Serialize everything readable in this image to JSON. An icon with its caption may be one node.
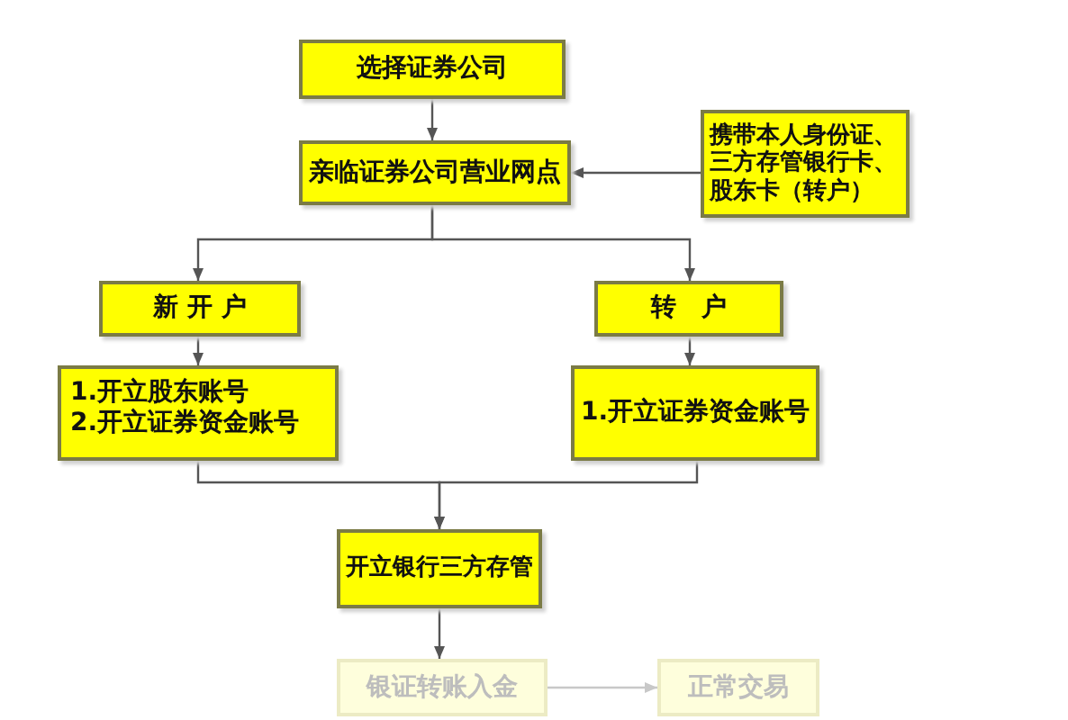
{
  "diagram": {
    "nodes": [
      {
        "text": [
          "选择证券公司"
        ]
      },
      {
        "text": [
          "亲临证券公司营业网点"
        ]
      },
      {
        "text": [
          "携带本人身份证、三方存管银行卡、股东卡（转户）"
        ]
      },
      {
        "text": [
          "新 开 户"
        ]
      },
      {
        "text": [
          "1.开立股东账号",
          "2.开立证券资金账号"
        ]
      },
      {
        "text": [
          "转 户"
        ]
      },
      {
        "text": [
          "1.开立证券资金账号"
        ]
      },
      {
        "text": [
          "开立银行三方存管"
        ]
      },
      {
        "text": [
          "银证转账入金"
        ]
      },
      {
        "text": [
          "正常交易"
        ]
      }
    ],
    "edges": [
      {
        "from": 0,
        "to": 1,
        "arrow": "to"
      },
      {
        "from": 2,
        "to": 1,
        "arrow": "to"
      },
      {
        "from": 1,
        "to": 3,
        "arrow": "to"
      },
      {
        "from": 1,
        "to": 5,
        "arrow": "to"
      },
      {
        "from": 3,
        "to": 4,
        "arrow": "to"
      },
      {
        "from": 5,
        "to": 6,
        "arrow": "to"
      },
      {
        "from": 4,
        "to": 7,
        "arrow": "to"
      },
      {
        "from": 6,
        "to": 7,
        "arrow": "to"
      },
      {
        "from": 7,
        "to": 8,
        "arrow": "to"
      },
      {
        "from": 8,
        "to": 9,
        "arrow": "to",
        "color": "#c8c8c8"
      }
    ]
  }
}
